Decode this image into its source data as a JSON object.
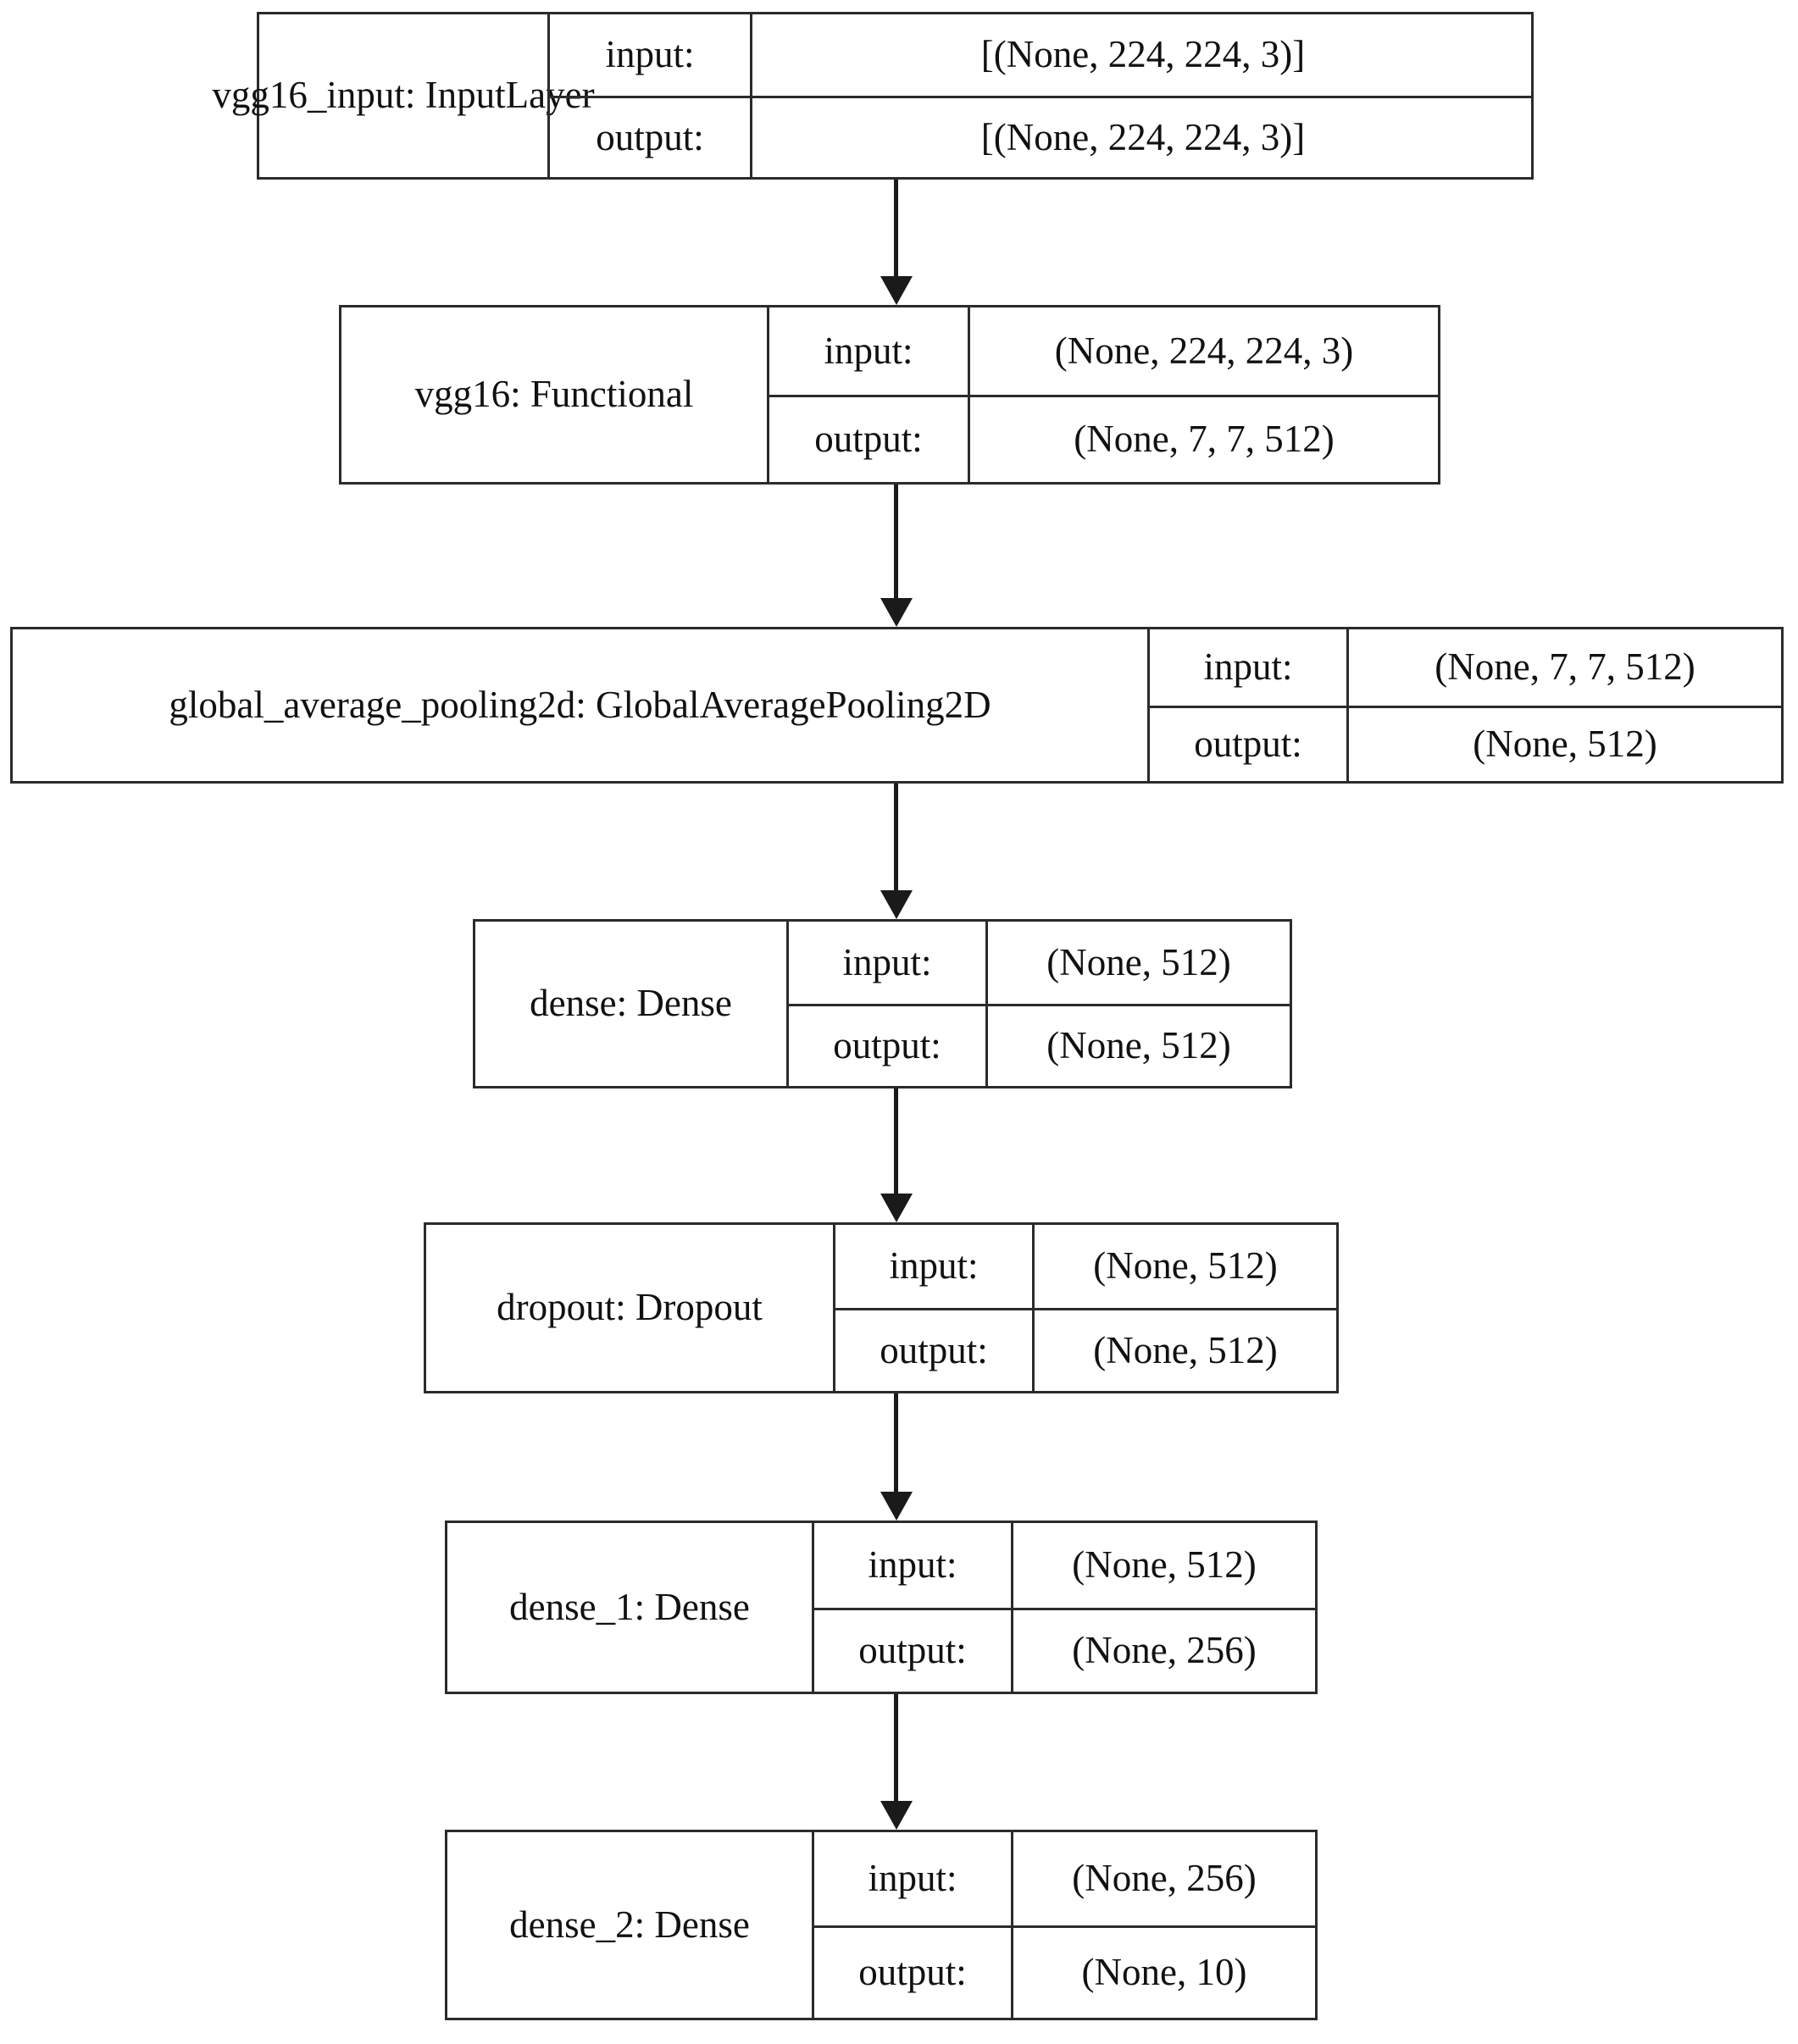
{
  "diagram": {
    "title": "Keras model architecture (VGG16 transfer-learning head)",
    "background_color": "#ffffff",
    "border_color": "#2b2b2b",
    "text_color": "#111111",
    "arrow_color": "#1a1a1a",
    "io_labels": {
      "input": "input:",
      "output": "output:"
    },
    "nodes": [
      {
        "id": "vgg16_input",
        "name": "vgg16_input: InputLayer",
        "input_label": "input:",
        "output_label": "output:",
        "input_shape": "[(None, 224, 224, 3)]",
        "output_shape": "[(None, 224, 224, 3)]"
      },
      {
        "id": "vgg16",
        "name": "vgg16: Functional",
        "input_label": "input:",
        "output_label": "output:",
        "input_shape": "(None, 224, 224, 3)",
        "output_shape": "(None, 7, 7, 512)"
      },
      {
        "id": "global_average_pooling2d",
        "name": "global_average_pooling2d: GlobalAveragePooling2D",
        "input_label": "input:",
        "output_label": "output:",
        "input_shape": "(None, 7, 7, 512)",
        "output_shape": "(None, 512)"
      },
      {
        "id": "dense",
        "name": "dense: Dense",
        "input_label": "input:",
        "output_label": "output:",
        "input_shape": "(None, 512)",
        "output_shape": "(None, 512)"
      },
      {
        "id": "dropout",
        "name": "dropout: Dropout",
        "input_label": "input:",
        "output_label": "output:",
        "input_shape": "(None, 512)",
        "output_shape": "(None, 512)"
      },
      {
        "id": "dense_1",
        "name": "dense_1: Dense",
        "input_label": "input:",
        "output_label": "output:",
        "input_shape": "(None, 512)",
        "output_shape": "(None, 256)"
      },
      {
        "id": "dense_2",
        "name": "dense_2: Dense",
        "input_label": "input:",
        "output_label": "output:",
        "input_shape": "(None, 256)",
        "output_shape": "(None, 10)"
      }
    ],
    "edges": [
      {
        "from": "vgg16_input",
        "to": "vgg16"
      },
      {
        "from": "vgg16",
        "to": "global_average_pooling2d"
      },
      {
        "from": "global_average_pooling2d",
        "to": "dense"
      },
      {
        "from": "dense",
        "to": "dropout"
      },
      {
        "from": "dropout",
        "to": "dense_1"
      },
      {
        "from": "dense_1",
        "to": "dense_2"
      }
    ]
  }
}
